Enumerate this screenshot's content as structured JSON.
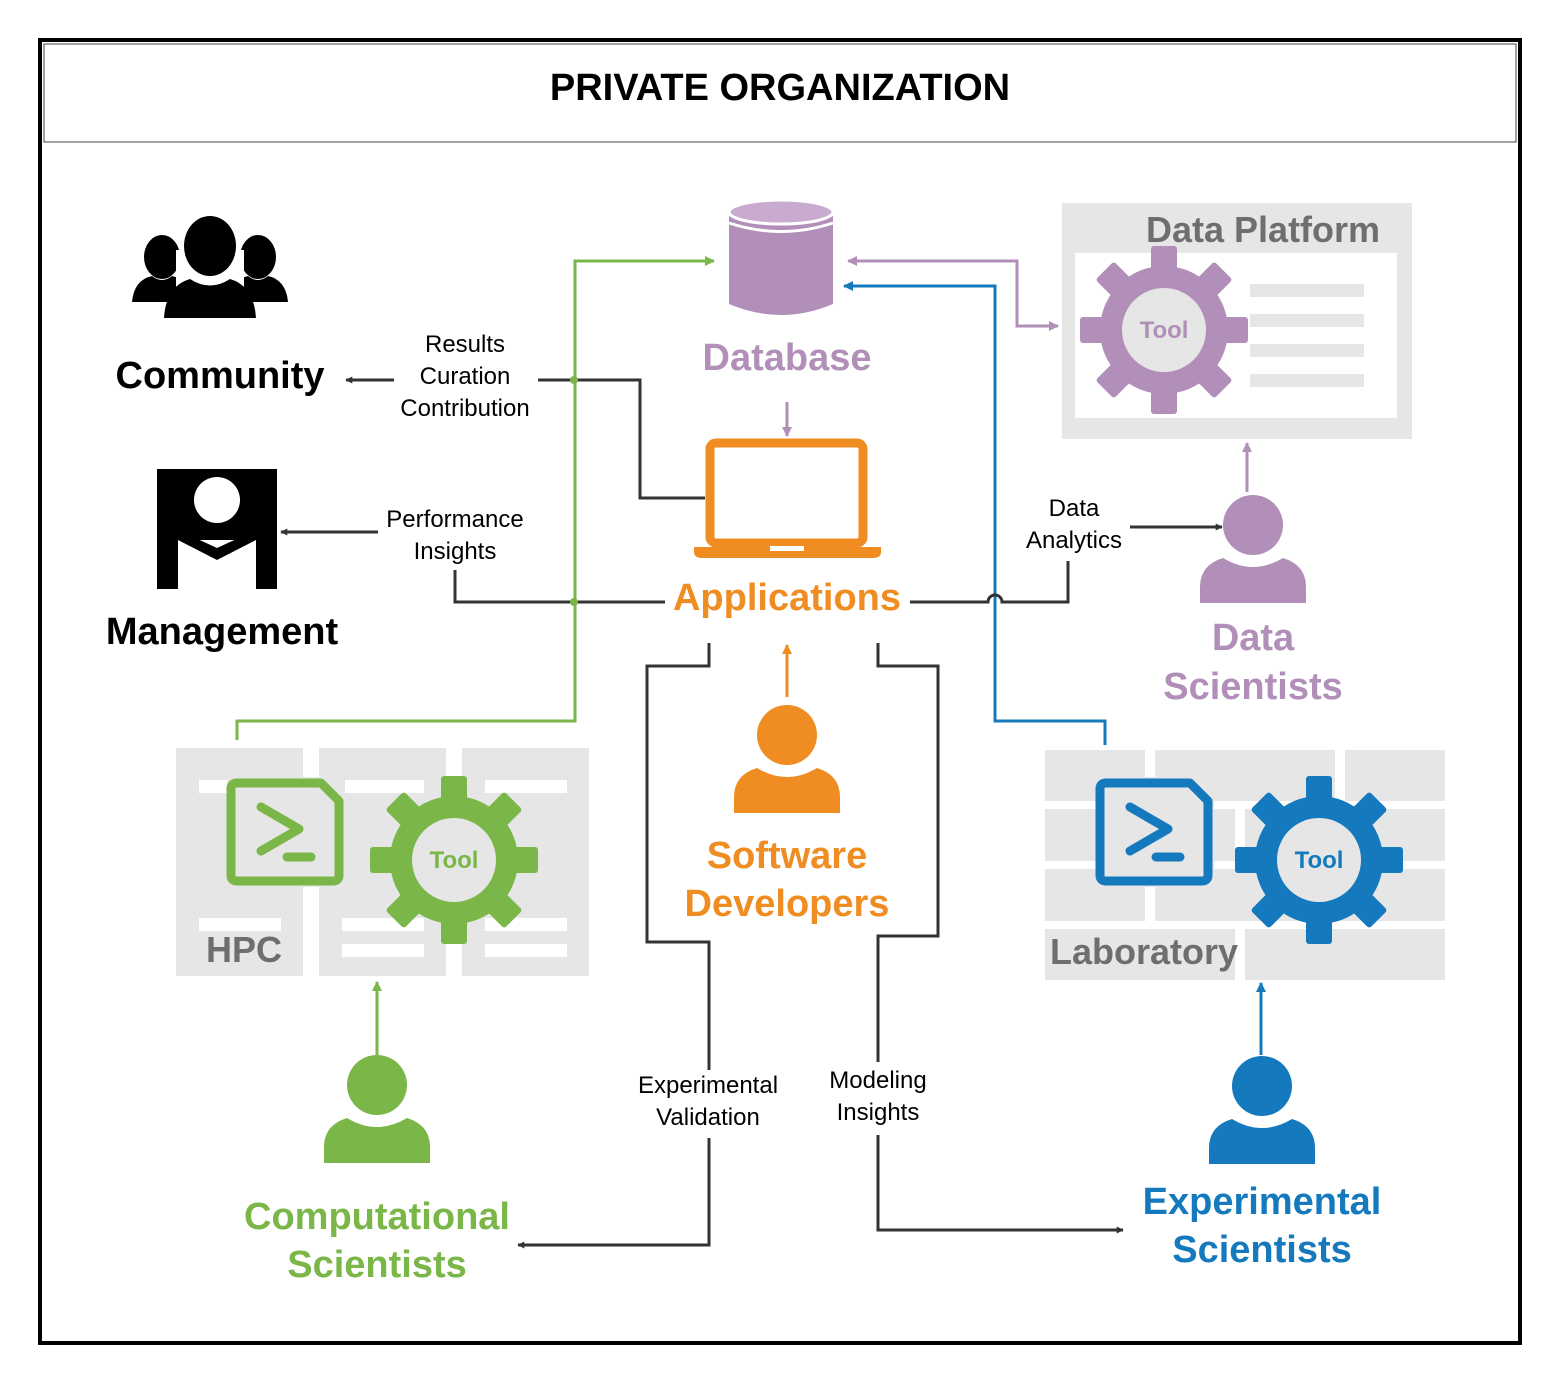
{
  "title": "PRIVATE ORGANIZATION",
  "colors": {
    "green": "#7ab648",
    "purple": "#b18fb8",
    "orange": "#ef8c22",
    "blue": "#1479bd",
    "gray_fill": "#e6e6e6",
    "gray_text": "#6e6e6e",
    "dark_line": "#333333"
  },
  "nodes": {
    "community": "Community",
    "management": "Management",
    "database": "Database",
    "applications": "Applications",
    "data_platform": "Data Platform",
    "data_scientists_1": "Data",
    "data_scientists_2": "Scientists",
    "software_developers_1": "Software",
    "software_developers_2": "Developers",
    "hpc": "HPC",
    "laboratory": "Laboratory",
    "computational_scientists_1": "Computational",
    "computational_scientists_2": "Scientists",
    "experimental_scientists_1": "Experimental",
    "experimental_scientists_2": "Scientists",
    "tool": "Tool"
  },
  "edge_labels": {
    "results_1": "Results",
    "results_2": "Curation",
    "results_3": "Contribution",
    "performance_1": "Performance",
    "performance_2": "Insights",
    "analytics_1": "Data",
    "analytics_2": "Analytics",
    "validation_1": "Experimental",
    "validation_2": "Validation",
    "modeling_1": "Modeling",
    "modeling_2": "Insights"
  },
  "icons": [
    "community-people-icon",
    "management-icon",
    "database-icon",
    "laptop-icon",
    "gear-icon",
    "terminal-file-icon",
    "person-icon"
  ]
}
